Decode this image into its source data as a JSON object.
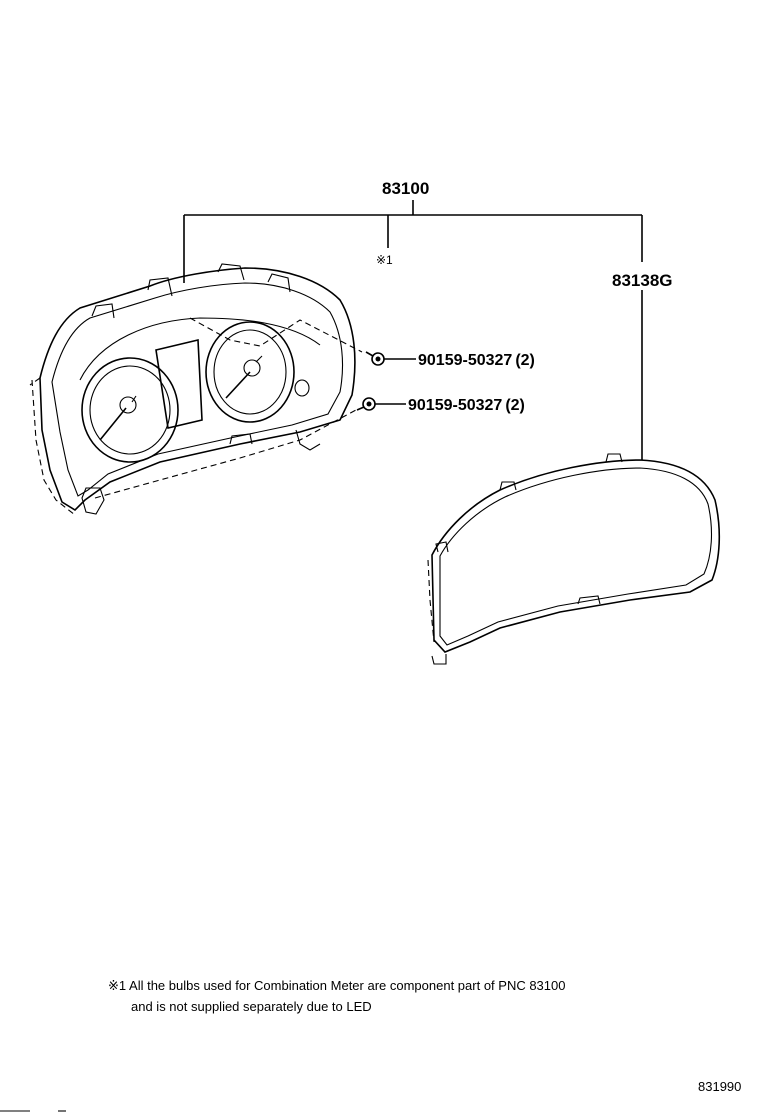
{
  "diagram": {
    "assembly": {
      "part_number": "83100",
      "note_mark": "※1"
    },
    "components": [
      {
        "part_number": "83138G"
      },
      {
        "part_number": "90159-50327",
        "qty": "(2)"
      },
      {
        "part_number": "90159-50327",
        "qty": "(2)"
      }
    ],
    "footnote": {
      "line1": "※1 All the bulbs used for Combination Meter are component part of PNC 83100",
      "line2": "and is not supplied separately due to LED"
    },
    "illustration_id": "831990"
  }
}
